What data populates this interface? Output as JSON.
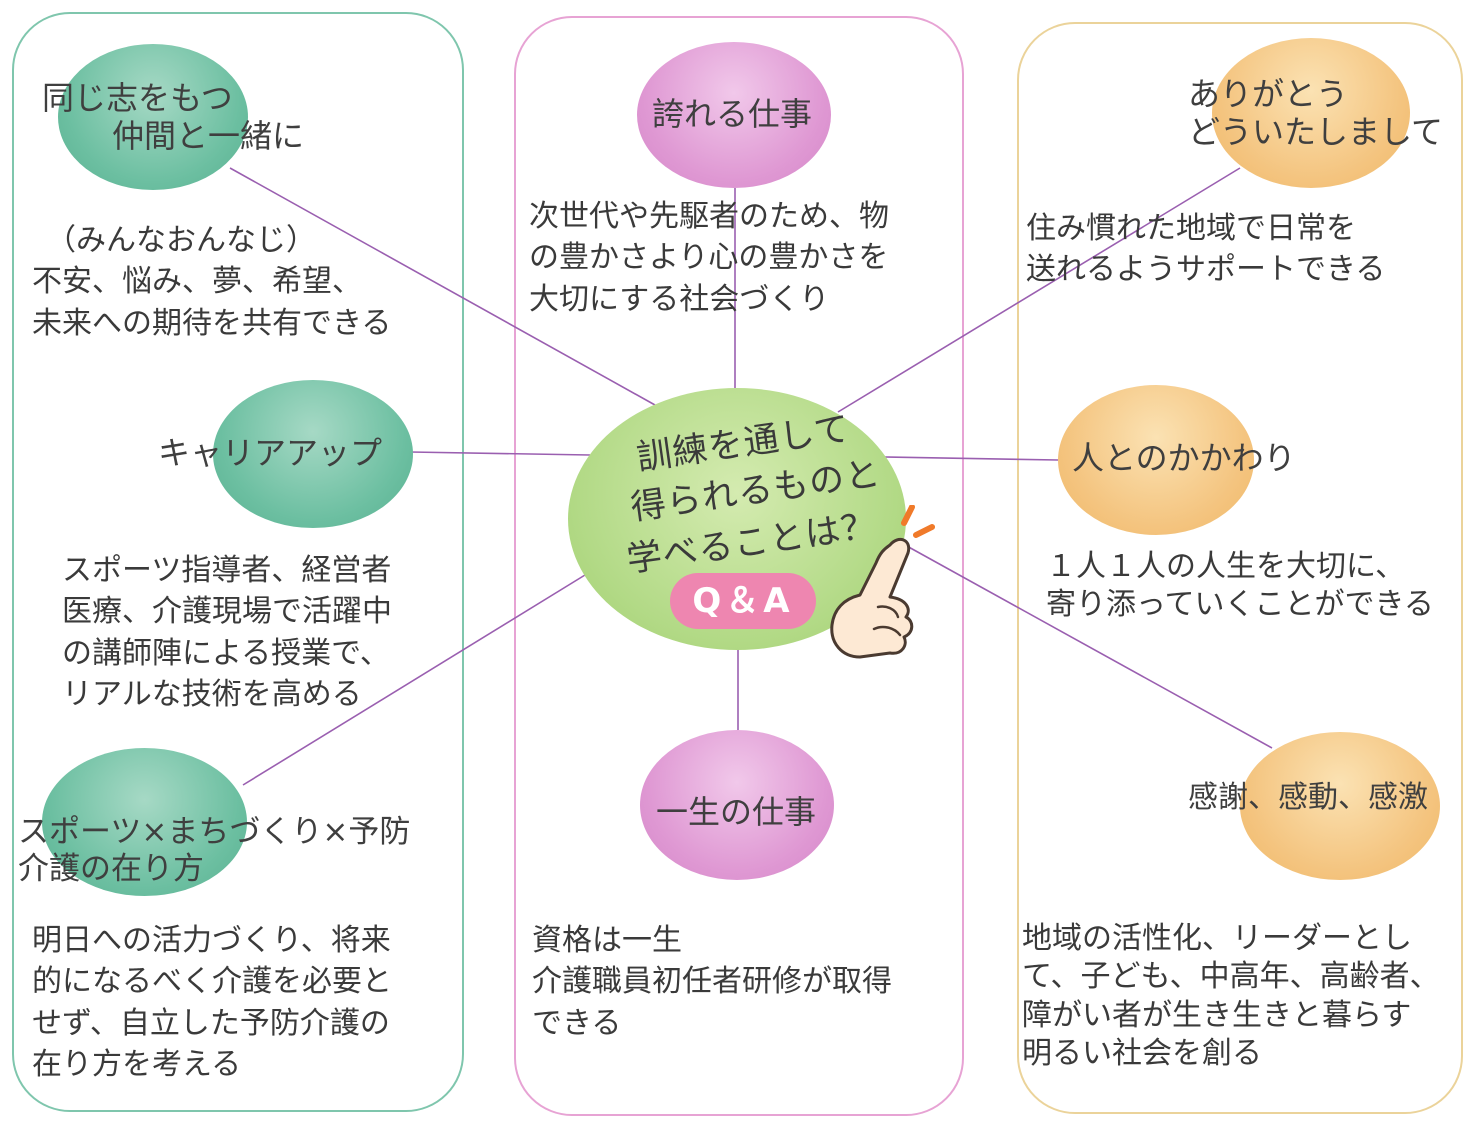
{
  "center": {
    "lines": [
      "訓練を通して",
      "得られるものと",
      "学べることは？"
    ],
    "badge": "Q＆A"
  },
  "left": {
    "bubble1": {
      "line1": "同じ志をもつ",
      "line2": "仲間と一緒に"
    },
    "text1": [
      "（みんなおんなじ）",
      "不安、悩み、夢、希望、",
      "未来への期待を共有できる"
    ],
    "bubble2": {
      "line1": "キャリアアップ"
    },
    "text2": [
      "スポーツ指導者、経営者",
      "医療、介護現場で活躍中",
      "の講師陣による授業で、",
      "リアルな技術を高める"
    ],
    "bubble3": {
      "line1": "スポーツ×まちづくり×予防",
      "line2": "介護の在り方"
    },
    "text3": [
      "明日への活力づくり、将来",
      "的になるべく介護を必要と",
      "せず、自立した予防介護の",
      "在り方を考える"
    ]
  },
  "middle": {
    "bubble1": {
      "line1": "誇れる仕事"
    },
    "text1": [
      "次世代や先駆者のため、物",
      "の豊かさより心の豊かさを",
      "大切にする社会づくり"
    ],
    "bubble2": {
      "line1": "一生の仕事"
    },
    "text2": [
      "資格は一生",
      "介護職員初任者研修が取得",
      "できる"
    ]
  },
  "right": {
    "bubble1": {
      "line1": "ありがとう",
      "line2": "どういたしまして"
    },
    "text1": [
      "住み慣れた地域で日常を",
      "送れるようサポートできる"
    ],
    "bubble2": {
      "line1": "人とのかかわり"
    },
    "text2": [
      "１人１人の人生を大切に、",
      "寄り添っていくことができる"
    ],
    "bubble3": {
      "line1": "感謝、感動、感激"
    },
    "text3": [
      "地域の活性化、リーダーとし",
      "て、子ども、中高年、高齢者、",
      "障がい者が生き生きと暮らす",
      "明るい社会を創る"
    ]
  },
  "colors": {
    "left_panel": "#7fc6ad",
    "center_panel": "#e7a3d4",
    "right_panel": "#ebd39a",
    "connector": "#9a5fb0",
    "badge": "#ee86b0"
  }
}
